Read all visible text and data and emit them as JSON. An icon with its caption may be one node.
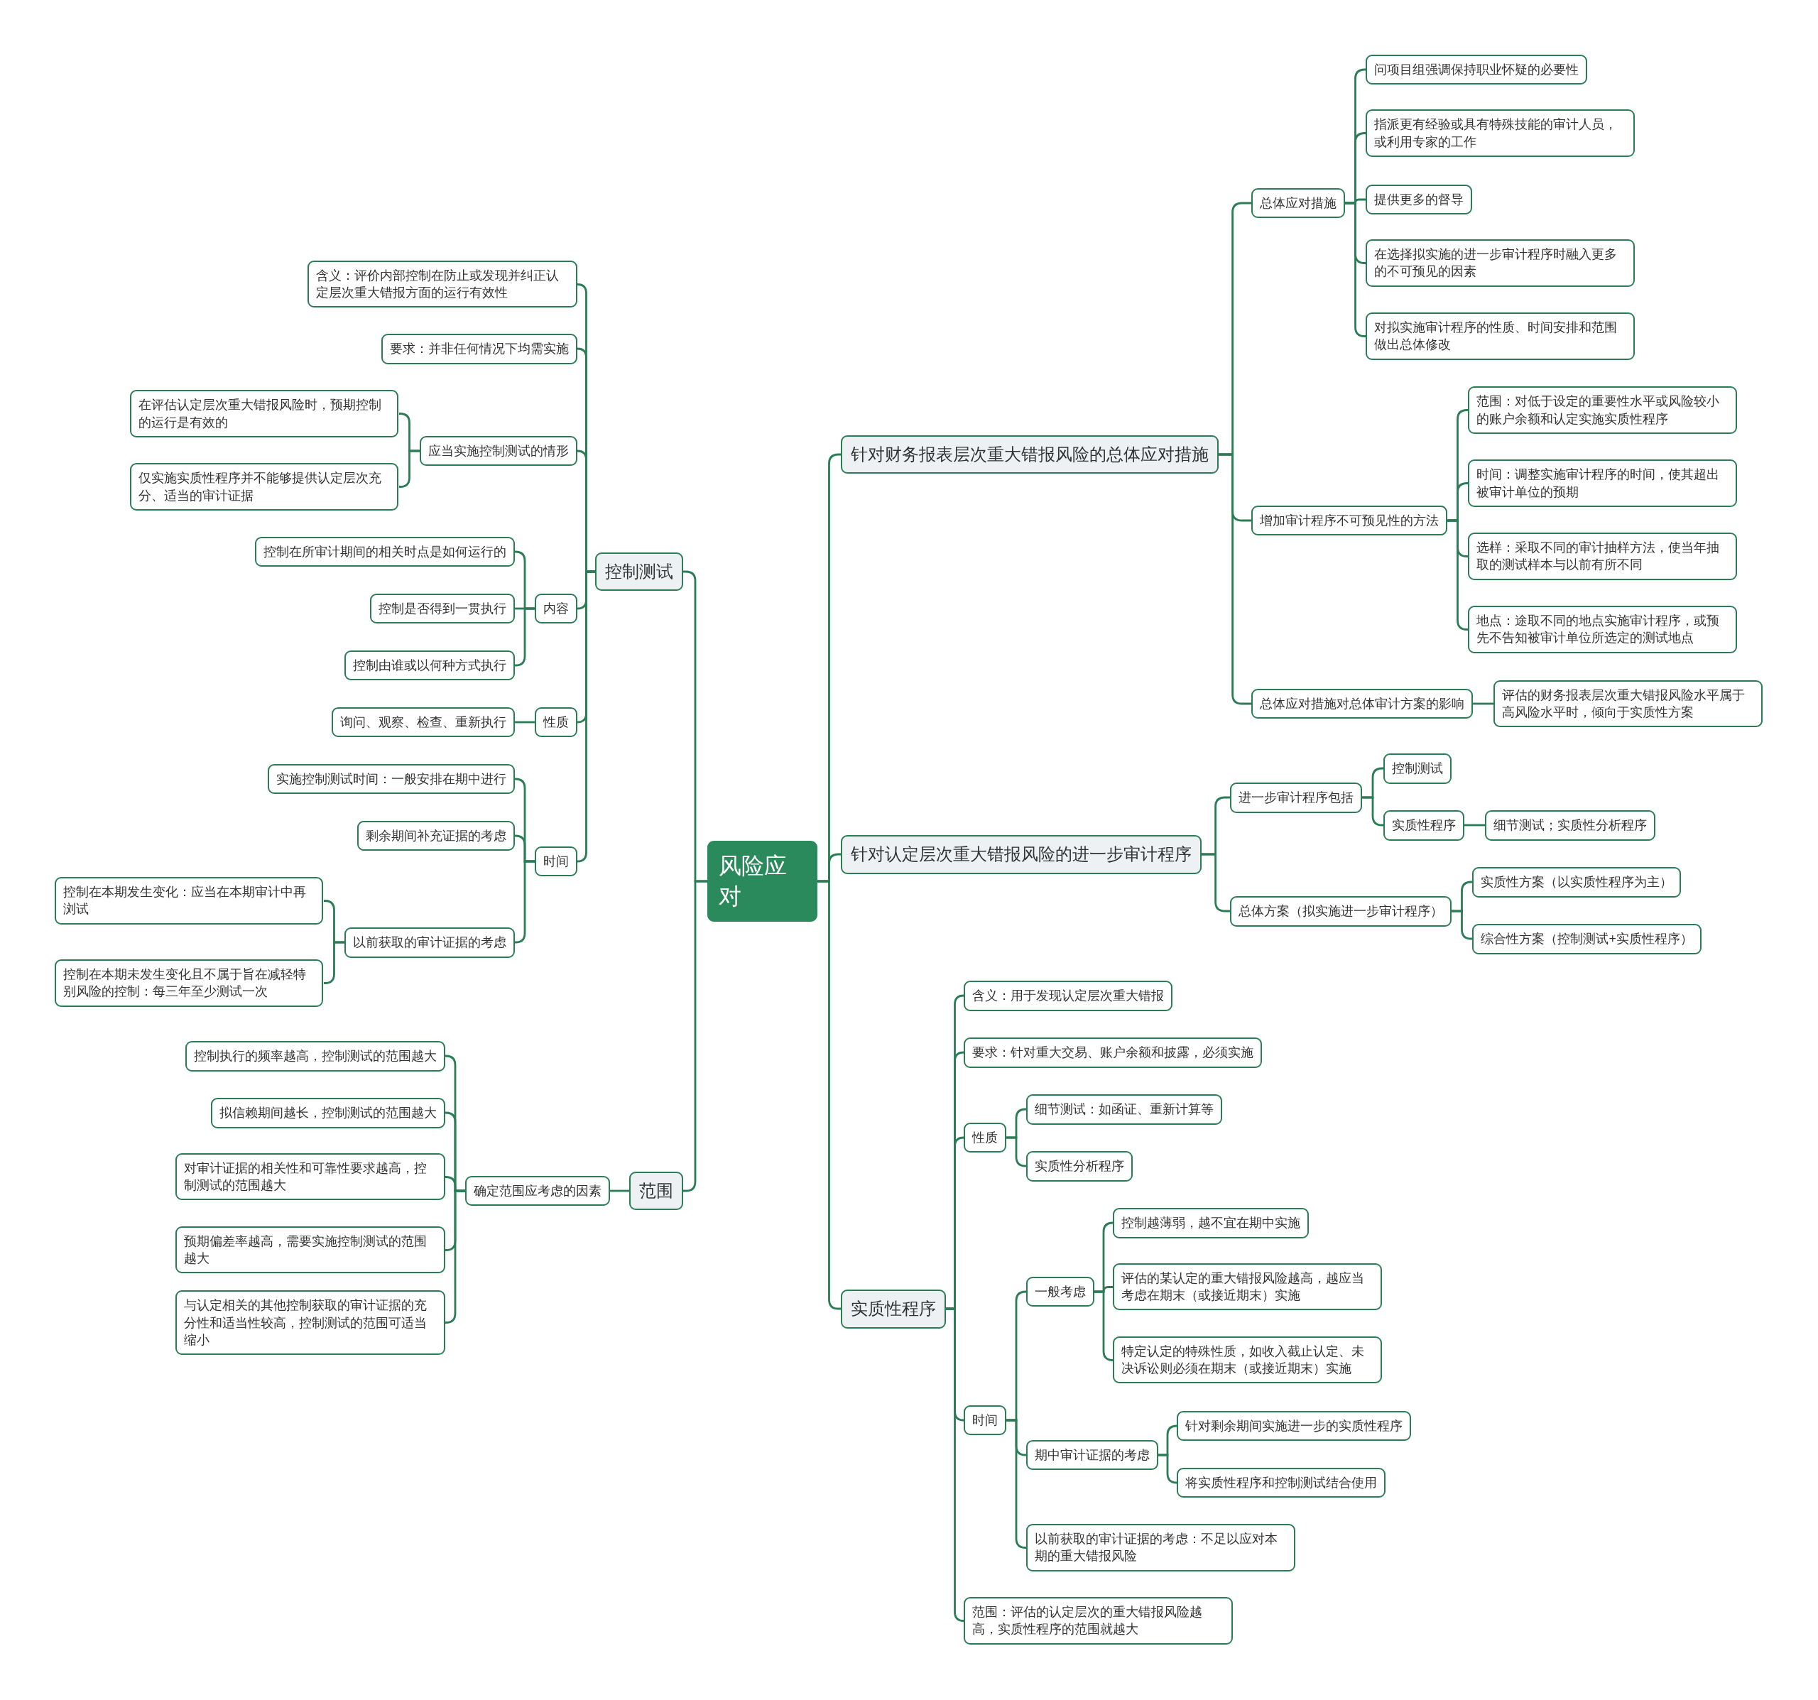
{
  "diagram": {
    "nodes": [
      {
        "text": [
          "风险应对"
        ]
      },
      {
        "text": [
          "控制测试"
        ]
      },
      {
        "text": [
          "含义：评价内部控制在防止或发现并纠正认定层次重大错报方面的运行有效性"
        ]
      },
      {
        "text": [
          "要求：并非任何情况下均需实施"
        ]
      },
      {
        "text": [
          "应当实施控制测试的情形"
        ]
      },
      {
        "text": [
          "在评估认定层次重大错报风险时，预期控制的运行是有效的"
        ]
      },
      {
        "text": [
          "仅实施实质性程序并不能够提供认定层次充分、适当的审计证据"
        ]
      },
      {
        "text": [
          "内容"
        ]
      },
      {
        "text": [
          "控制在所审计期间的相关时点是如何运行的"
        ]
      },
      {
        "text": [
          "控制是否得到一贯执行"
        ]
      },
      {
        "text": [
          "控制由谁或以何种方式执行"
        ]
      },
      {
        "text": [
          "性质"
        ]
      },
      {
        "text": [
          "询问、观察、检查、重新执行"
        ]
      },
      {
        "text": [
          "时间"
        ]
      },
      {
        "text": [
          "实施控制测试时间：一般安排在期中进行"
        ]
      },
      {
        "text": [
          "剩余期间补充证据的考虑"
        ]
      },
      {
        "text": [
          "以前获取的审计证据的考虑"
        ]
      },
      {
        "text": [
          "控制在本期发生变化：应当在本期审计中再浏试"
        ]
      },
      {
        "text": [
          "控制在本期未发生变化且不属于旨在减轻特别风险的控制：每三年至少测试一次"
        ]
      },
      {
        "text": [
          "范围"
        ]
      },
      {
        "text": [
          "确定范围应考虑的因素"
        ]
      },
      {
        "text": [
          "控制执行的频率越高，控制测试的范围越大"
        ]
      },
      {
        "text": [
          "拟信赖期间越长，控制测试的范围越大"
        ]
      },
      {
        "text": [
          "对审计证据的相关性和可靠性要求越高，控制测试的范围越大"
        ]
      },
      {
        "text": [
          "预期偏差率越高，需要实施控制测试的范围越大"
        ]
      },
      {
        "text": [
          "与认定相关的其他控制获取的审计证据的充分性和适当性较高，控制测试的范围可适当缩小"
        ]
      },
      {
        "text": [
          "针对财务报表层次重大错报风险的总体应对措施"
        ]
      },
      {
        "text": [
          "总体应对措施"
        ]
      },
      {
        "text": [
          "问项目组强调保持职业怀疑的必要性"
        ]
      },
      {
        "text": [
          "指派更有经验或具有特殊技能的审计人员，或利用专家的工作"
        ]
      },
      {
        "text": [
          "提供更多的督导"
        ]
      },
      {
        "text": [
          "在选择拟实施的进一步审计程序时融入更多的不可预见的因素"
        ]
      },
      {
        "text": [
          "对拟实施审计程序的性质、时间安排和范围做出总体修改"
        ]
      },
      {
        "text": [
          "增加审计程序不可预见性的方法"
        ]
      },
      {
        "text": [
          "范围：对低于设定的重要性水平或风险较小的账户余额和认定实施实质性程序"
        ]
      },
      {
        "text": [
          "时间：调整实施审计程序的时间，使其超出被审计单位的预期"
        ]
      },
      {
        "text": [
          "选样：采取不同的审计抽样方法，使当年抽取的测试样本与以前有所不同"
        ]
      },
      {
        "text": [
          "地点：途取不同的地点实施审计程序，或预先不告知被审计单位所选定的测试地点"
        ]
      },
      {
        "text": [
          "总体应对措施对总体审计方案的影响"
        ]
      },
      {
        "text": [
          "评估的财务报表层次重大错报风险水平属于高风险水平时，倾向于实质性方案"
        ]
      },
      {
        "text": [
          "针对认定层次重大错报风险的进一步审计程序"
        ]
      },
      {
        "text": [
          "进一步审计程序包括"
        ]
      },
      {
        "text": [
          "控制测试"
        ]
      },
      {
        "text": [
          "实质性程序"
        ]
      },
      {
        "text": [
          "细节测试；实质性分析程序"
        ]
      },
      {
        "text": [
          "总体方案（拟实施进一步审计程序）"
        ]
      },
      {
        "text": [
          "实质性方案（以实质性程序为主）"
        ]
      },
      {
        "text": [
          "综合性方案（控制测试+实质性程序）"
        ]
      },
      {
        "text": [
          "实质性程序"
        ]
      },
      {
        "text": [
          "含义：用于发现认定层次重大错报"
        ]
      },
      {
        "text": [
          "要求：针对重大交易、账户余额和披露，必须实施"
        ]
      },
      {
        "text": [
          "性质"
        ]
      },
      {
        "text": [
          "细节测试：如函证、重新计算等"
        ]
      },
      {
        "text": [
          "实质性分析程序"
        ]
      },
      {
        "text": [
          "时间"
        ]
      },
      {
        "text": [
          "一般考虑"
        ]
      },
      {
        "text": [
          "控制越薄弱，越不宜在期中实施"
        ]
      },
      {
        "text": [
          "评估的某认定的重大错报风险越高，越应当考虑在期末（或接近期末）实施"
        ]
      },
      {
        "text": [
          "特定认定的特殊性质，如收入截止认定、未决诉讼则必须在期末（或接近期末）实施"
        ]
      },
      {
        "text": [
          "期中审计证据的考虑"
        ]
      },
      {
        "text": [
          "针对剩余期间实施进一步的实质性程序"
        ]
      },
      {
        "text": [
          "将实质性程序和控制测试结合使用"
        ]
      },
      {
        "text": [
          "以前获取的审计证据的考虑：不足以应对本期的重大错报风险"
        ]
      },
      {
        "text": [
          "范围：评估的认定层次的重大错报风险越高，实质性程序的范围就越大"
        ]
      }
    ],
    "edges": [
      {
        "from": 0,
        "to": 1,
        "arrow": "none"
      },
      {
        "from": 0,
        "to": 19,
        "arrow": "none"
      },
      {
        "from": 0,
        "to": 26,
        "arrow": "none"
      },
      {
        "from": 0,
        "to": 40,
        "arrow": "none"
      },
      {
        "from": 0,
        "to": 48,
        "arrow": "none"
      },
      {
        "from": 1,
        "to": 2,
        "arrow": "none"
      },
      {
        "from": 1,
        "to": 3,
        "arrow": "none"
      },
      {
        "from": 1,
        "to": 4,
        "arrow": "none"
      },
      {
        "from": 1,
        "to": 7,
        "arrow": "none"
      },
      {
        "from": 1,
        "to": 11,
        "arrow": "none"
      },
      {
        "from": 1,
        "to": 13,
        "arrow": "none"
      },
      {
        "from": 4,
        "to": 5,
        "arrow": "none"
      },
      {
        "from": 4,
        "to": 6,
        "arrow": "none"
      },
      {
        "from": 7,
        "to": 8,
        "arrow": "none"
      },
      {
        "from": 7,
        "to": 9,
        "arrow": "none"
      },
      {
        "from": 7,
        "to": 10,
        "arrow": "none"
      },
      {
        "from": 11,
        "to": 12,
        "arrow": "none"
      },
      {
        "from": 13,
        "to": 14,
        "arrow": "none"
      },
      {
        "from": 13,
        "to": 15,
        "arrow": "none"
      },
      {
        "from": 13,
        "to": 16,
        "arrow": "none"
      },
      {
        "from": 16,
        "to": 17,
        "arrow": "none"
      },
      {
        "from": 16,
        "to": 18,
        "arrow": "none"
      },
      {
        "from": 19,
        "to": 20,
        "arrow": "none"
      },
      {
        "from": 20,
        "to": 21,
        "arrow": "none"
      },
      {
        "from": 20,
        "to": 22,
        "arrow": "none"
      },
      {
        "from": 20,
        "to": 23,
        "arrow": "none"
      },
      {
        "from": 20,
        "to": 24,
        "arrow": "none"
      },
      {
        "from": 20,
        "to": 25,
        "arrow": "none"
      },
      {
        "from": 26,
        "to": 27,
        "arrow": "none"
      },
      {
        "from": 26,
        "to": 33,
        "arrow": "none"
      },
      {
        "from": 26,
        "to": 38,
        "arrow": "none"
      },
      {
        "from": 27,
        "to": 28,
        "arrow": "none"
      },
      {
        "from": 27,
        "to": 29,
        "arrow": "none"
      },
      {
        "from": 27,
        "to": 30,
        "arrow": "none"
      },
      {
        "from": 27,
        "to": 31,
        "arrow": "none"
      },
      {
        "from": 27,
        "to": 32,
        "arrow": "none"
      },
      {
        "from": 33,
        "to": 34,
        "arrow": "none"
      },
      {
        "from": 33,
        "to": 35,
        "arrow": "none"
      },
      {
        "from": 33,
        "to": 36,
        "arrow": "none"
      },
      {
        "from": 33,
        "to": 37,
        "arrow": "none"
      },
      {
        "from": 38,
        "to": 39,
        "arrow": "none"
      },
      {
        "from": 40,
        "to": 41,
        "arrow": "none"
      },
      {
        "from": 40,
        "to": 45,
        "arrow": "none"
      },
      {
        "from": 41,
        "to": 42,
        "arrow": "none"
      },
      {
        "from": 41,
        "to": 43,
        "arrow": "none"
      },
      {
        "from": 43,
        "to": 44,
        "arrow": "none"
      },
      {
        "from": 45,
        "to": 46,
        "arrow": "none"
      },
      {
        "from": 45,
        "to": 47,
        "arrow": "none"
      },
      {
        "from": 48,
        "to": 49,
        "arrow": "none"
      },
      {
        "from": 48,
        "to": 50,
        "arrow": "none"
      },
      {
        "from": 48,
        "to": 51,
        "arrow": "none"
      },
      {
        "from": 48,
        "to": 54,
        "arrow": "none"
      },
      {
        "from": 48,
        "to": 63,
        "arrow": "none"
      },
      {
        "from": 51,
        "to": 52,
        "arrow": "none"
      },
      {
        "from": 51,
        "to": 53,
        "arrow": "none"
      },
      {
        "from": 54,
        "to": 55,
        "arrow": "none"
      },
      {
        "from": 54,
        "to": 59,
        "arrow": "none"
      },
      {
        "from": 54,
        "to": 62,
        "arrow": "none"
      },
      {
        "from": 55,
        "to": 56,
        "arrow": "none"
      },
      {
        "from": 55,
        "to": 57,
        "arrow": "none"
      },
      {
        "from": 55,
        "to": 58,
        "arrow": "none"
      },
      {
        "from": 59,
        "to": 60,
        "arrow": "none"
      },
      {
        "from": 59,
        "to": 61,
        "arrow": "none"
      }
    ]
  }
}
